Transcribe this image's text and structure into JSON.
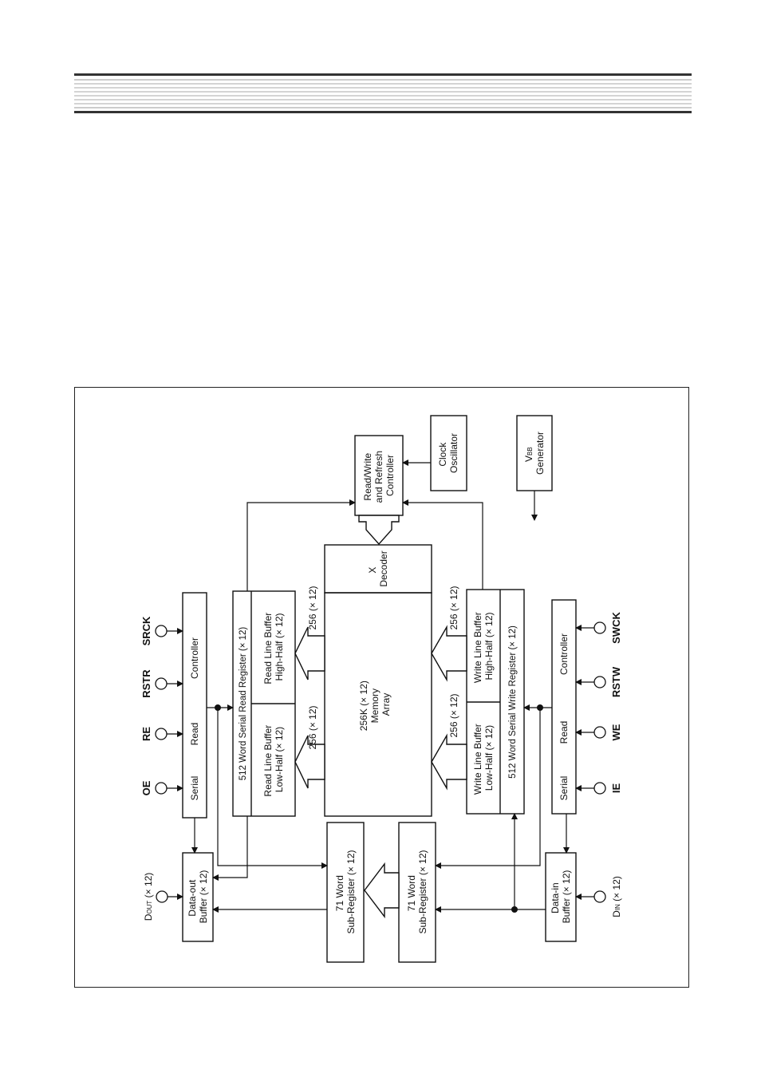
{
  "blocks": {
    "memory_array": [
      "256K (× 12)",
      "Memory",
      "Array"
    ],
    "x_decoder": [
      "X",
      "Decoder"
    ],
    "rw_controller": [
      "Read/Write",
      "and Refresh",
      "Controller"
    ],
    "clock_oscillator": [
      "Clock",
      "Oscillator"
    ],
    "vbb_generator": {
      "main": "V",
      "sub": "BB",
      "line2": "Generator"
    },
    "read_controller": {
      "w1": "Serial",
      "w2": "Read",
      "w3": "Controller"
    },
    "write_controller": {
      "w1": "Serial",
      "w2": "Read",
      "w3": "Controller"
    },
    "read_register": "512 Word Serial Read Register (× 12)",
    "read_buffer_low": [
      "Read Line Buffer",
      "Low-Half (× 12)"
    ],
    "read_buffer_high": [
      "Read Line Buffer",
      "High-Half (× 12)"
    ],
    "write_register": "512 Word Serial Write Register (× 12)",
    "write_buffer_low": [
      "Write Line Buffer",
      "Low-Half (× 12)"
    ],
    "write_buffer_high": [
      "Write Line Buffer",
      "High-Half (× 12)"
    ],
    "sub_register_1": [
      "71 Word",
      "Sub-Register (× 12)"
    ],
    "sub_register_2": [
      "71 Word",
      "Sub-Register (× 12)"
    ],
    "data_out_buffer": [
      "Data-out",
      "Buffer (× 12)"
    ],
    "data_in_buffer": [
      "Data-in",
      "Buffer (× 12)"
    ]
  },
  "bus_labels": {
    "read_low": "256 (× 12)",
    "read_high": "256 (× 12)",
    "write_low": "256 (× 12)",
    "write_high": "256 (× 12)"
  },
  "pins_top": [
    "OE",
    "RE",
    "RSTR",
    "SRCK"
  ],
  "pins_bottom": [
    "IE",
    "WE",
    "RSTW",
    "SWCK"
  ],
  "pin_dout": {
    "main": "D",
    "sub": "OUT",
    "suffix": " (× 12)"
  },
  "pin_din": {
    "main": "D",
    "sub": "IN",
    "suffix": " (× 12)"
  }
}
